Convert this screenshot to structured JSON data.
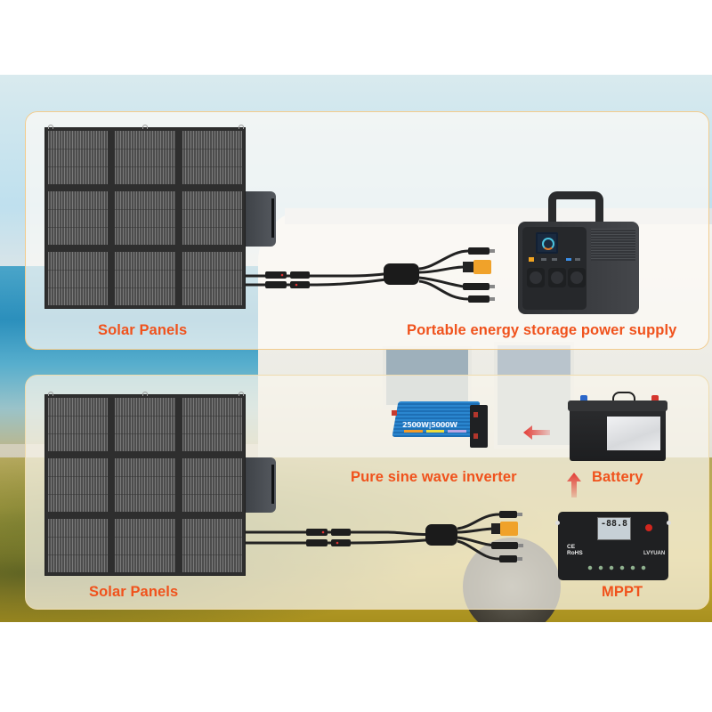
{
  "top_section": {
    "left_label": "Solar Panels",
    "right_label": "Portable energy storage power supply",
    "items": {
      "solar_panel": "solar-panel",
      "cable": "y-branch-cable",
      "device": "portable-power-station"
    }
  },
  "bottom_section": {
    "left_label": "Solar Panels",
    "inverter_label": "Pure sine wave  inverter",
    "battery_label": "Battery",
    "mppt_label": "MPPT",
    "inverter_print": "2500W|5000W",
    "mppt_lcd": "-88.8",
    "mppt_marks": [
      "CE",
      "RoHS"
    ],
    "mppt_brand": "LVYUAN",
    "flow": [
      "MPPT",
      "Battery",
      "Pure sine wave inverter"
    ]
  },
  "colors": {
    "label": "#f0521c",
    "card_border": "#f2cc8e",
    "arrow": "#e33b35"
  }
}
